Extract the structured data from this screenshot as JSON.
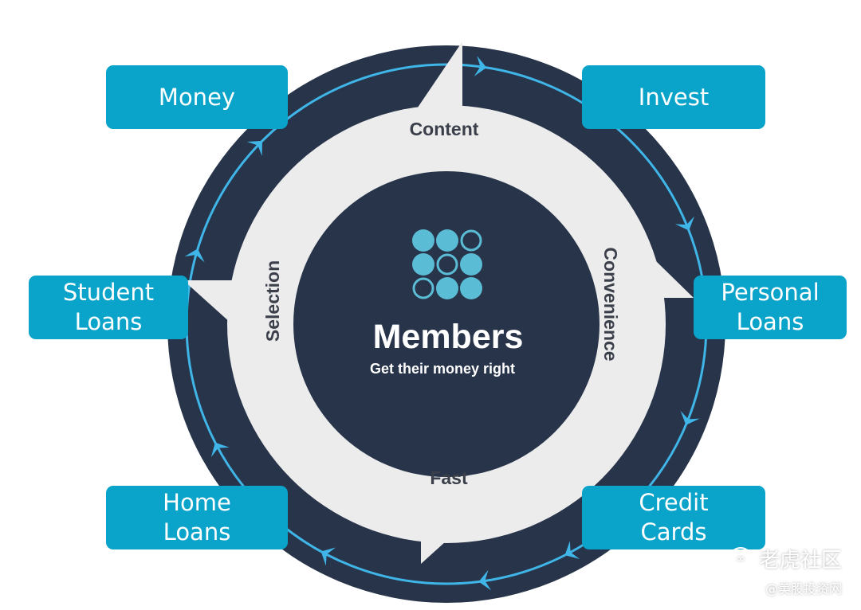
{
  "center": {
    "title": "Members",
    "tagline": "Get their money right"
  },
  "cycle_labels": {
    "top": "Content",
    "right": "Convenience",
    "bottom": "Fast",
    "left": "Selection"
  },
  "products": [
    {
      "id": "money",
      "lines": [
        "Money"
      ]
    },
    {
      "id": "invest",
      "lines": [
        "Invest"
      ]
    },
    {
      "id": "student-loans",
      "lines": [
        "Student",
        "Loans"
      ]
    },
    {
      "id": "personal-loans",
      "lines": [
        "Personal",
        "Loans"
      ]
    },
    {
      "id": "home-loans",
      "lines": [
        "Home",
        "Loans"
      ]
    },
    {
      "id": "credit-cards",
      "lines": [
        "Credit",
        "Cards"
      ]
    }
  ],
  "watermark": {
    "logo_glyph": "∞",
    "main": "老虎社区",
    "sub": "@美股投资网"
  },
  "colors": {
    "navy": "#273449",
    "ring_light": "#ececed",
    "accent_blue": "#0aa3c9",
    "orbit_line": "#3fb5e8",
    "white": "#ffffff"
  },
  "icons": {
    "center_logo": "nine-circle-grid-icon",
    "orbit_arrows": "chevron-arrow-icon"
  }
}
